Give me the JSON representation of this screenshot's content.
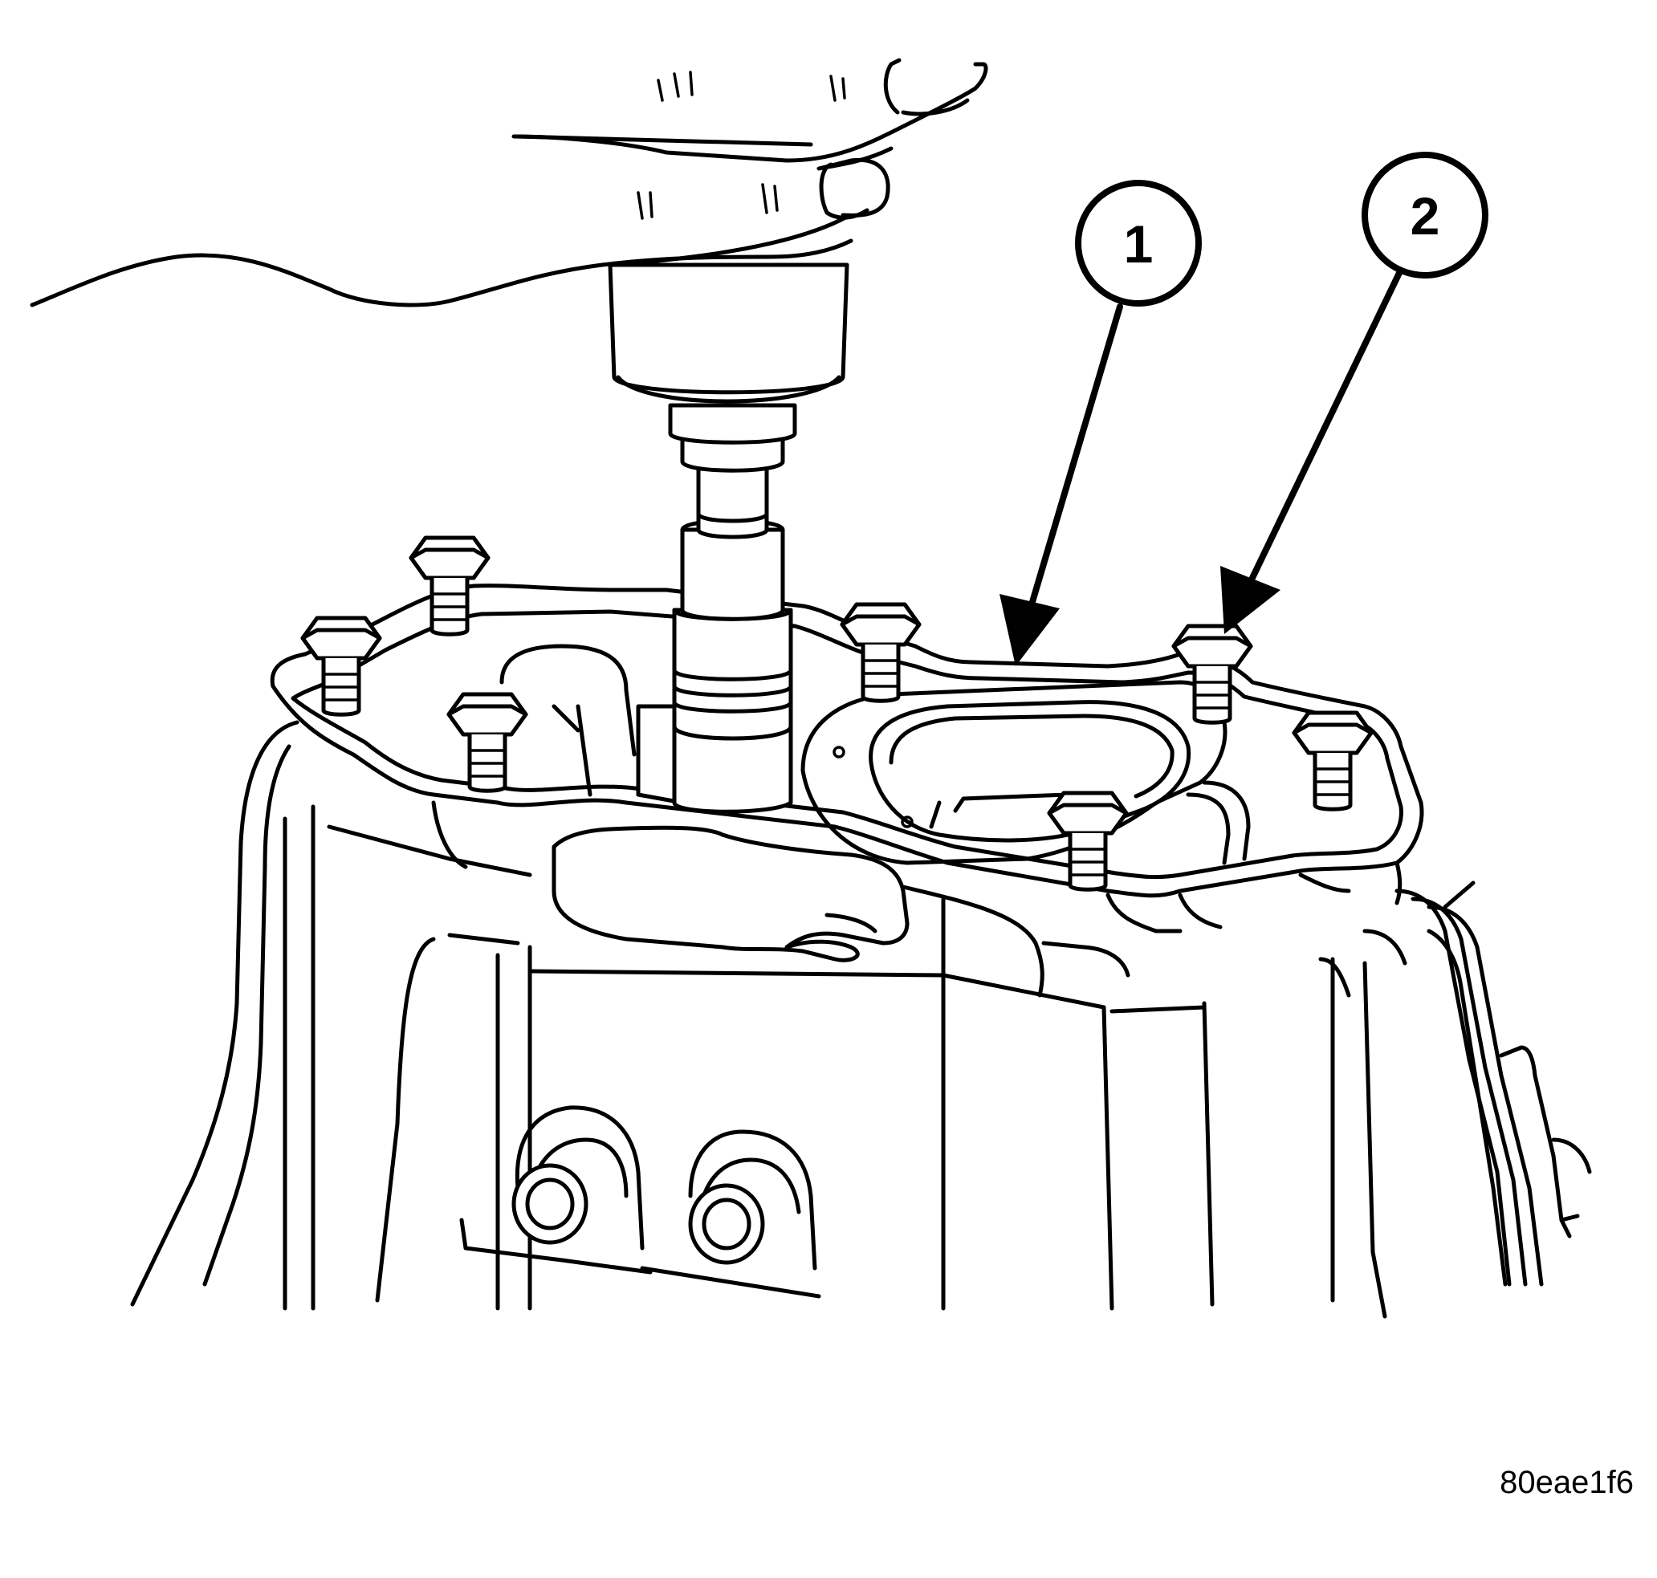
{
  "figure": {
    "image_id": "80eae1f6"
  },
  "callouts": [
    {
      "label": "1"
    },
    {
      "label": "2"
    }
  ]
}
